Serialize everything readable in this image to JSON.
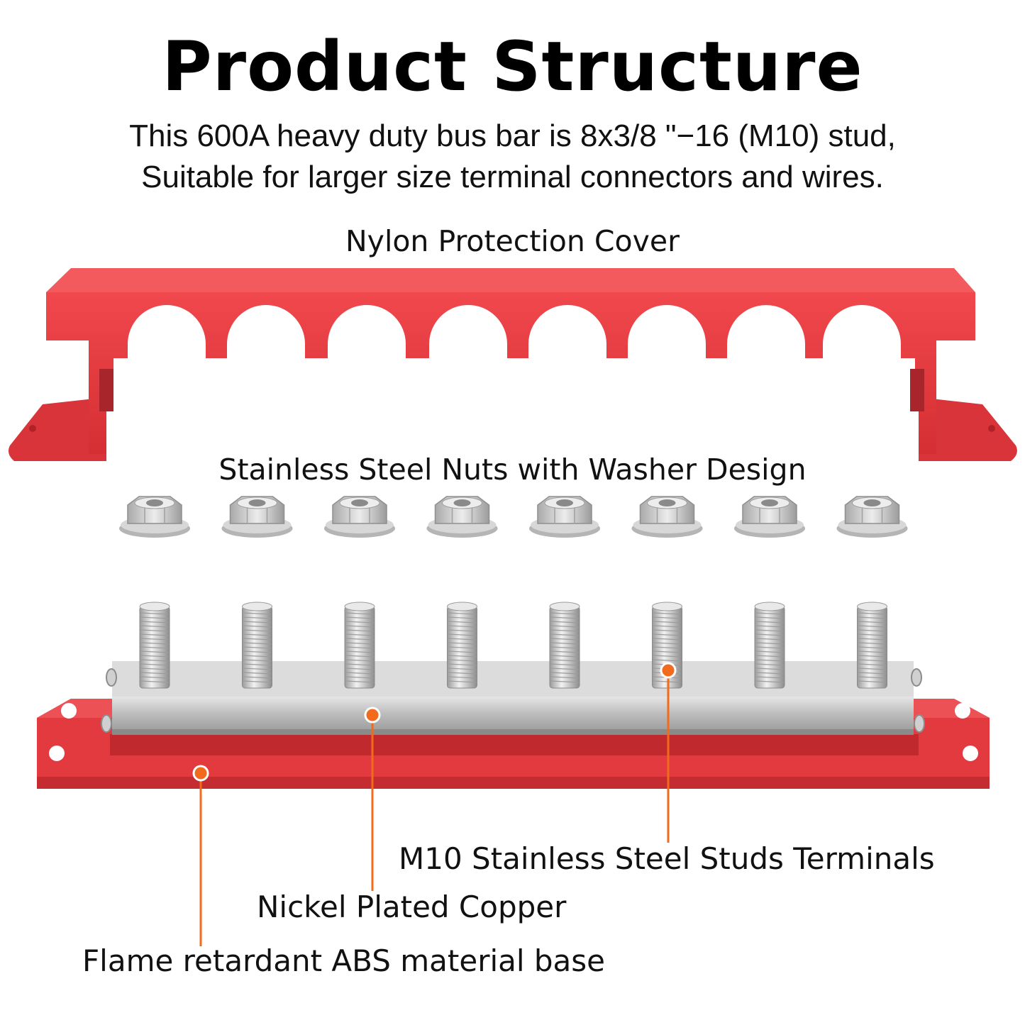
{
  "title": "Product Structure",
  "subtitle": {
    "line1": "This 600A heavy duty bus bar is 8x3/8 \"−16 (M10) stud,",
    "line2": "Suitable for larger size terminal connectors and wires."
  },
  "parts": {
    "cover": "Nylon Protection Cover",
    "nuts": "Stainless Steel Nuts with Washer Design",
    "studs": "M10 Stainless Steel Studs Terminals",
    "copper": "Nickel Plated Copper",
    "base": "Flame retardant ABS material base"
  },
  "counts": {
    "studs": 8,
    "nuts": 8,
    "cover_openings": 8
  },
  "colors": {
    "cover_red": "#e8383d",
    "base_red": "#e23a3f",
    "steel": "#c9c9c9",
    "callout_orange": "#f26a1b"
  }
}
